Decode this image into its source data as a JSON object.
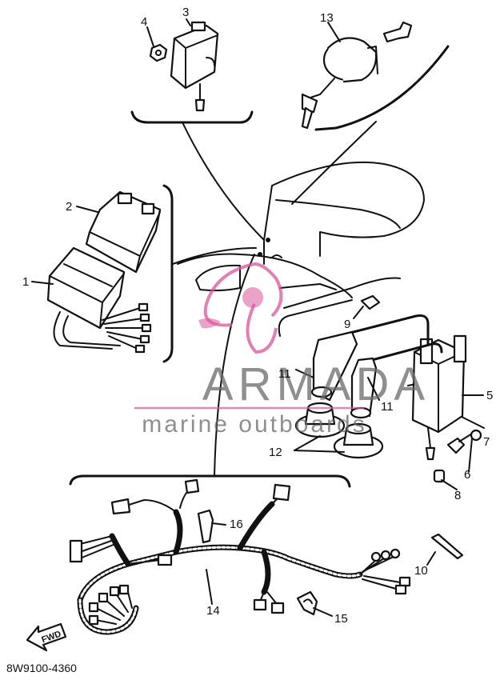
{
  "watermark": {
    "brand": "ARMADA",
    "tagline": "marine outboards",
    "accent_color": "#d9569a",
    "text_color": "#6a6a6a"
  },
  "diagram_code": "8W9100-4360",
  "forward_label": "FWD",
  "callouts": [
    "1",
    "2",
    "3",
    "4",
    "5",
    "6",
    "7",
    "8",
    "9",
    "10",
    "11",
    "11",
    "12",
    "13",
    "14",
    "15",
    "16"
  ]
}
